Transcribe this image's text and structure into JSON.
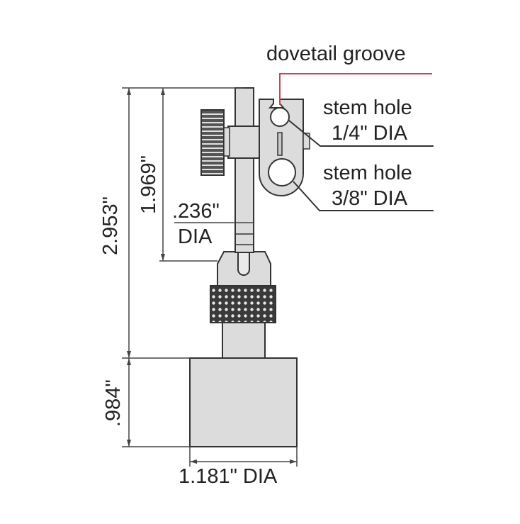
{
  "diagram": {
    "title": "Magnetic base dimensional drawing",
    "colors": {
      "background": "#ffffff",
      "part_fill": "#dcdcdc",
      "outline": "#333333",
      "knurl_dark": "#3a3a3a",
      "leader_red": "#d0424f",
      "dimension_line": "#444444"
    },
    "callouts": {
      "dovetail": "dovetail groove",
      "stem_hole_small_line1": "stem hole",
      "stem_hole_small_line2": "1/4\" DIA",
      "stem_hole_large_line1": "stem hole",
      "stem_hole_large_line2": "3/8\" DIA"
    },
    "dimensions": {
      "overall_height": "2.953\"",
      "rod_height": "1.969\"",
      "rod_dia_value": ".236\"",
      "rod_dia_unit": "DIA",
      "base_height": ".984\"",
      "base_dia": "1.181\" DIA"
    }
  }
}
